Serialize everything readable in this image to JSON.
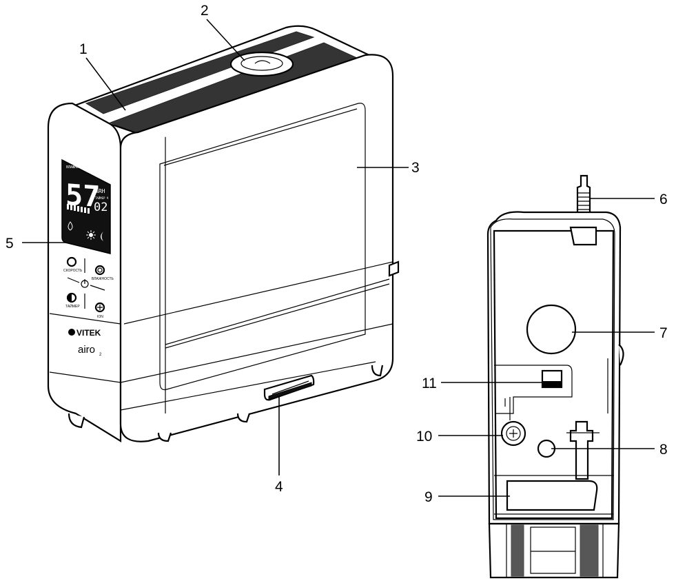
{
  "callouts": [
    {
      "id": "1",
      "label": "1"
    },
    {
      "id": "2",
      "label": "2"
    },
    {
      "id": "3",
      "label": "3"
    },
    {
      "id": "4",
      "label": "4"
    },
    {
      "id": "5",
      "label": "5"
    },
    {
      "id": "6",
      "label": "6"
    },
    {
      "id": "7",
      "label": "7"
    },
    {
      "id": "8",
      "label": "8"
    },
    {
      "id": "9",
      "label": "9"
    },
    {
      "id": "10",
      "label": "10"
    },
    {
      "id": "11",
      "label": "11"
    }
  ],
  "display": {
    "humidity_caption": "ВЛАЖНОСТЬ",
    "humidity_value": "57",
    "unit": "%RH",
    "timer_caption": "ТАЙМЕР Ч",
    "timer_value": "02"
  },
  "buttons": {
    "speed": "СКОРОСТЬ",
    "humidity": "ВЛАЖНОСТЬ",
    "timer": "ТАЙМЕР",
    "ion": "ION"
  },
  "brand": {
    "name": "VITEK",
    "model": "airo",
    "model_sub": "2"
  }
}
